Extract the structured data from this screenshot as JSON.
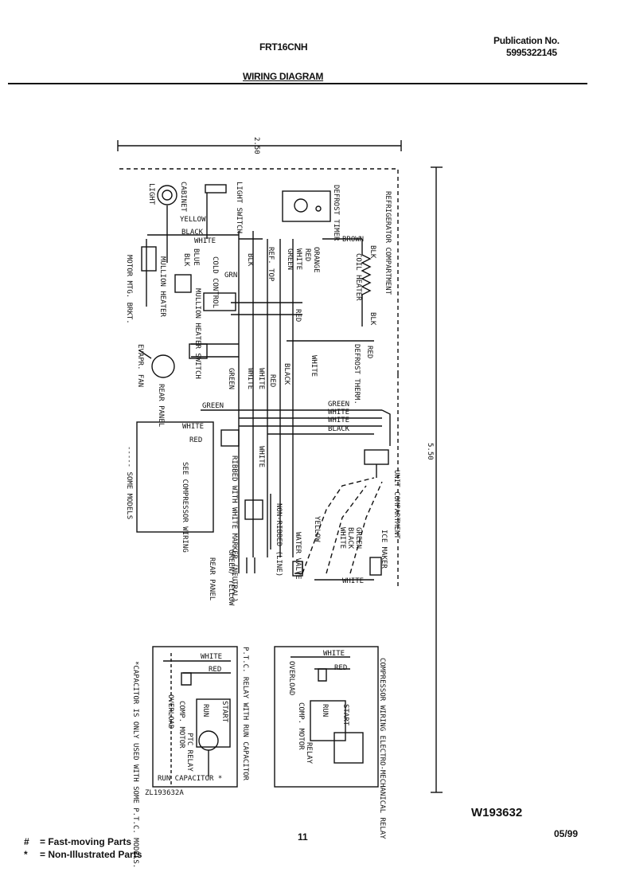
{
  "header": {
    "model": "FRT16CNH",
    "publication_label": "Publication No.",
    "publication_number": "5995322145",
    "section_title": "WIRING DIAGRAM"
  },
  "dimensions": {
    "top": "2.50",
    "right": "5.50"
  },
  "labels": {
    "light": "LIGHT",
    "cabinet": "CABINET",
    "light_switch": "LIGHT SWITCH",
    "defrost_timer": "DEFROST TIMER",
    "refrigerator_compartment": "REFRIGERATOR COMPARTMENT",
    "yellow": "YELLOW",
    "black": "BLACK",
    "white": "WHITE",
    "brown": "BROWN",
    "orange": "ORANGE",
    "red": "RED",
    "green": "GREEN",
    "grn": "GRN",
    "blk": "BLK",
    "blue": "BLUE",
    "ref_top": "REF. TOP",
    "cold_control": "COLD CONTROL",
    "coil_heater": "COIL HEATER",
    "mullion_heater": "MULLION HEATER",
    "mullion_heater_switch": "MULLION HEATER SWITCH",
    "motor_mtg_brkt": "MOTOR MTG. BRKT.",
    "defrost_therm": "DEFROST THERM.",
    "evapr_fan": "EVAPR. FAN",
    "rear_panel": "REAR PANEL",
    "see_compressor_wiring": "SEE COMPRESSOR WIRING",
    "some_models": "----- SOME MODELS",
    "ribbed_with_white_marker": "RIBBED WITH WHITE MARKER (NEUTRAL)",
    "non_ribbed_line": "NON-RIBBED (LINE)",
    "unit_compartment": "UNIT COMPARTMENT",
    "ice_maker": "ICE MAKER",
    "water_valve": "WATER VALVE",
    "green_yellow": "GREEN/ YELLOW",
    "rear_panel_2": "REAR PANEL",
    "ptc_title": "P.T.C. RELAY WITH RUN CAPACITOR",
    "capacitor_note": "*CAPACITOR IS ONLY USED WITH SOME P.T.C. MODELS.",
    "run_capacitor": "RUN CAPACITOR *",
    "overload": "OVERLOAD",
    "comp_motor": "COMP. MOTOR",
    "ptc_relay": "PTC RELAY",
    "start": "START",
    "run": "RUN",
    "compressor_wiring_title": "COMPRESSOR WIRING ELECTRO-MECHANICAL RELAY",
    "relay": "RELAY",
    "drawing_ref": "ZL193632A"
  },
  "footer": {
    "drawing_number": "W193632",
    "page_number": "11",
    "date": "05/99",
    "legend": [
      {
        "symbol": "#",
        "text": "= Fast-moving Parts"
      },
      {
        "symbol": "*",
        "text": "= Non-Illustrated Parts"
      }
    ]
  }
}
